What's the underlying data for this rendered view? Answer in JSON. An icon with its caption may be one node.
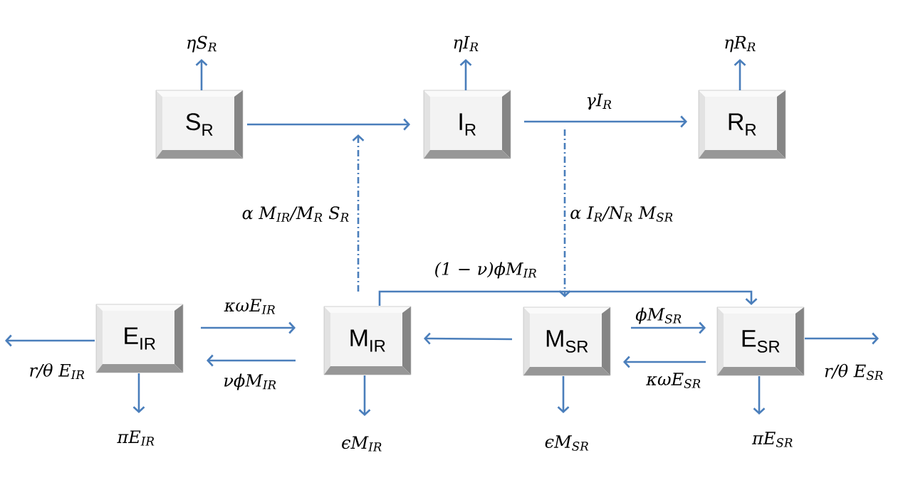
{
  "diagram": {
    "nodes": [
      {
        "text": [
          "S$_{R}$"
        ]
      },
      {
        "text": [
          "I$_{R}$"
        ]
      },
      {
        "text": [
          "R$_{R}$"
        ]
      },
      {
        "text": [
          "E$_{IR}$"
        ]
      },
      {
        "text": [
          "M$_{IR}$"
        ]
      },
      {
        "text": [
          "M$_{SR}$"
        ]
      },
      {
        "text": [
          "E$_{SR}$"
        ]
      }
    ],
    "edges": [
      {
        "from": 0,
        "to": 1,
        "arrow": "to"
      },
      {
        "from": 1,
        "to": 2,
        "arrow": "to",
        "label": "γI$_{R}$"
      },
      {
        "from": 0,
        "to": null,
        "arrow": "to",
        "label": "ηS$_{R}$"
      },
      {
        "from": 1,
        "to": null,
        "arrow": "to",
        "label": "ηI$_{R}$"
      },
      {
        "from": 2,
        "to": null,
        "arrow": "to",
        "label": "ηR$_{R}$"
      },
      {
        "from": 4,
        "to": null,
        "arrow": "to",
        "style": "dashed",
        "label": "α M$_{IR}$/M$_{R}$ S$_{R}$"
      },
      {
        "from": null,
        "to": 5,
        "arrow": "to",
        "style": "dashed",
        "label": "α I$_{R}$/N$_{R}$ M$_{SR}$"
      },
      {
        "from": 4,
        "to": 6,
        "arrow": "to",
        "label": "(1 − ν)ϕM$_{IR}$"
      },
      {
        "from": 3,
        "to": 4,
        "arrow": "to",
        "label": "κωE$_{IR}$"
      },
      {
        "from": 4,
        "to": 3,
        "arrow": "to",
        "label": "νϕM$_{IR}$"
      },
      {
        "from": 5,
        "to": 4,
        "arrow": "to"
      },
      {
        "from": 5,
        "to": 6,
        "arrow": "to",
        "label": "ϕM$_{SR}$"
      },
      {
        "from": 6,
        "to": 5,
        "arrow": "to",
        "label": "κωE$_{SR}$"
      },
      {
        "from": 3,
        "to": null,
        "arrow": "to",
        "label": "r/θ E$_{IR}$"
      },
      {
        "from": 3,
        "to": null,
        "arrow": "to",
        "label": "πE$_{IR}$"
      },
      {
        "from": 4,
        "to": null,
        "arrow": "to",
        "label": "ϵM$_{IR}$"
      },
      {
        "from": 5,
        "to": null,
        "arrow": "to",
        "label": "ϵM$_{SR}$"
      },
      {
        "from": 6,
        "to": null,
        "arrow": "to",
        "label": "πE$_{SR}$"
      },
      {
        "from": 6,
        "to": null,
        "arrow": "to",
        "label": "r/θ E$_{SR}$"
      }
    ]
  }
}
